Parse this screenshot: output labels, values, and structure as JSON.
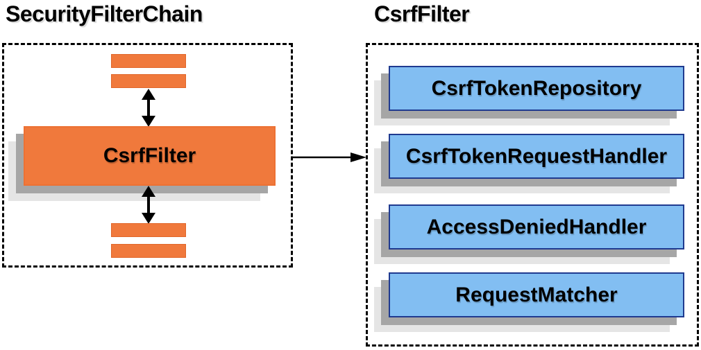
{
  "titles": {
    "left": "SecurityFilterChain",
    "right": "CsrfFilter"
  },
  "left_panel": {
    "filter_box_label": "CsrfFilter",
    "other_filters": "unlabeled-filter-bars"
  },
  "right_panel": {
    "components": [
      "CsrfTokenRepository",
      "CsrfTokenRequestHandler",
      "AccessDeniedHandler",
      "RequestMatcher"
    ]
  },
  "icons": {
    "arrow_top": "double-headed-vertical-arrow",
    "arrow_bottom": "double-headed-vertical-arrow",
    "arrow_link": "right-arrow"
  },
  "colors": {
    "filter_fill": "#F0793C",
    "filter_border": "#E0662A",
    "component_fill": "#82BEF2",
    "component_border": "#1F3A8F",
    "shadow_dark": "#A6A6A6",
    "shadow_light": "#E5E5E5",
    "arrow": "#000000",
    "text": "#000000",
    "background": "#FFFFFF"
  }
}
